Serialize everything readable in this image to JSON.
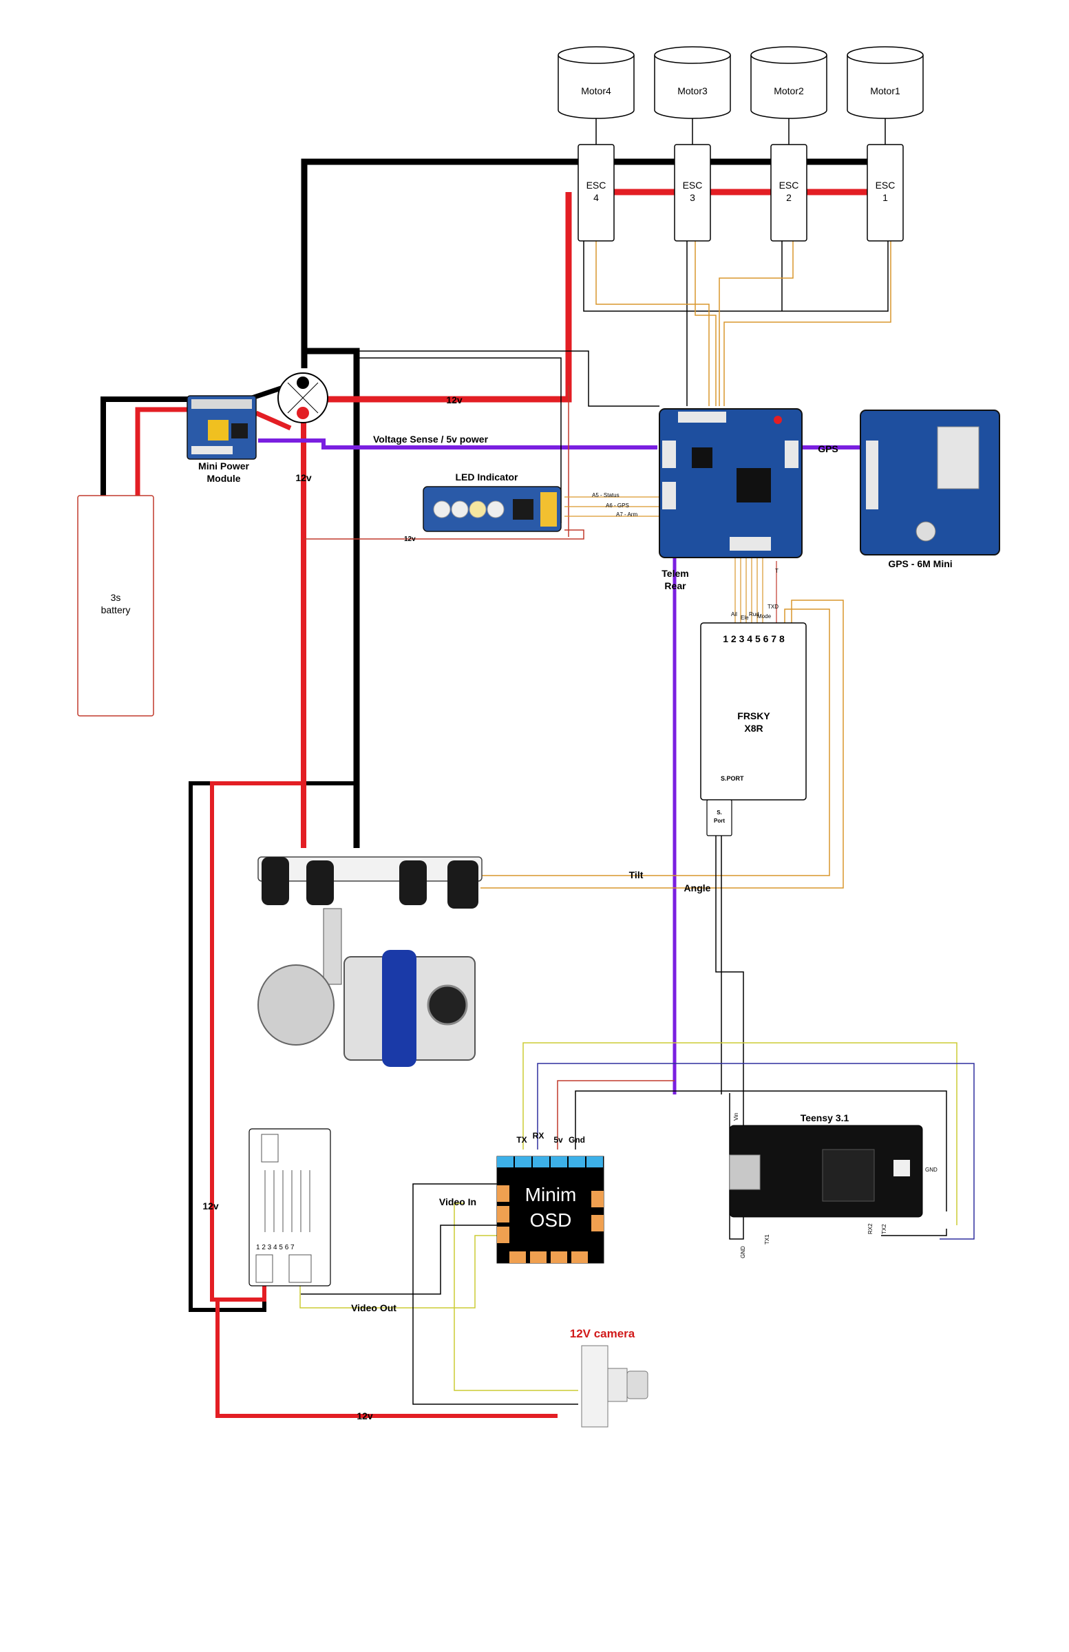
{
  "motors": [
    "Motor4",
    "Motor3",
    "Motor2",
    "Motor1"
  ],
  "escs": [
    {
      "line1": "ESC",
      "line2": "4"
    },
    {
      "line1": "ESC",
      "line2": "3"
    },
    {
      "line1": "ESC",
      "line2": "2"
    },
    {
      "line1": "ESC",
      "line2": "1"
    }
  ],
  "battery": {
    "line1": "3s",
    "line2": "battery"
  },
  "power_module": {
    "line1": "Mini Power",
    "line2": "Module"
  },
  "wire_labels": {
    "v12_main": "12v",
    "voltage_sense": "Voltage Sense / 5v power",
    "v12_vertical": "12v",
    "v12_led": "12v",
    "v12_left": "12v",
    "v12_bottom": "12v",
    "gps": "GPS",
    "tilt": "Tilt",
    "angle": "Angle",
    "video_in": "Video In",
    "video_out": "Video Out"
  },
  "led_indicator": {
    "title": "LED Indicator",
    "pins": [
      "A5 - Status",
      "A6 - GPS",
      "A7 - Arm"
    ]
  },
  "flight_controller": {
    "label_line1": "Telem",
    "label_line2": "Rear"
  },
  "gps_module": {
    "label": "GPS - 6M Mini"
  },
  "receiver": {
    "pins": "1 2 3 4 5 6 7 8",
    "name_line1": "FRSKY",
    "name_line2": "X8R",
    "sport": "S.PORT",
    "sport_connector_line1": "S.",
    "sport_connector_line2": "Port",
    "channel_labels": [
      "Ail",
      "Ele",
      "Rud",
      "Mode",
      "TXD",
      "T"
    ]
  },
  "osd": {
    "line1": "Minim",
    "line2": "OSD",
    "pins": [
      "TX",
      "RX",
      "5v",
      "Gnd"
    ]
  },
  "teensy": {
    "title": "Teensy 3.1",
    "pins": [
      "Vin",
      "GND",
      "TX1",
      "RX2",
      "TX2",
      "GND"
    ]
  },
  "video_tx": {
    "pins": "1 2   3 4 5 6 7"
  },
  "camera": {
    "label": "12V camera"
  },
  "colors": {
    "power_red": "#e31e24",
    "ground_black": "#000000",
    "sense_purple": "#7a1fe0",
    "signal_orange": "#d9962b",
    "video_yellow": "#cccc33",
    "data_blue": "#2e2e9e",
    "thin_red": "#c0392b",
    "camera_label": "#d11a1a"
  }
}
